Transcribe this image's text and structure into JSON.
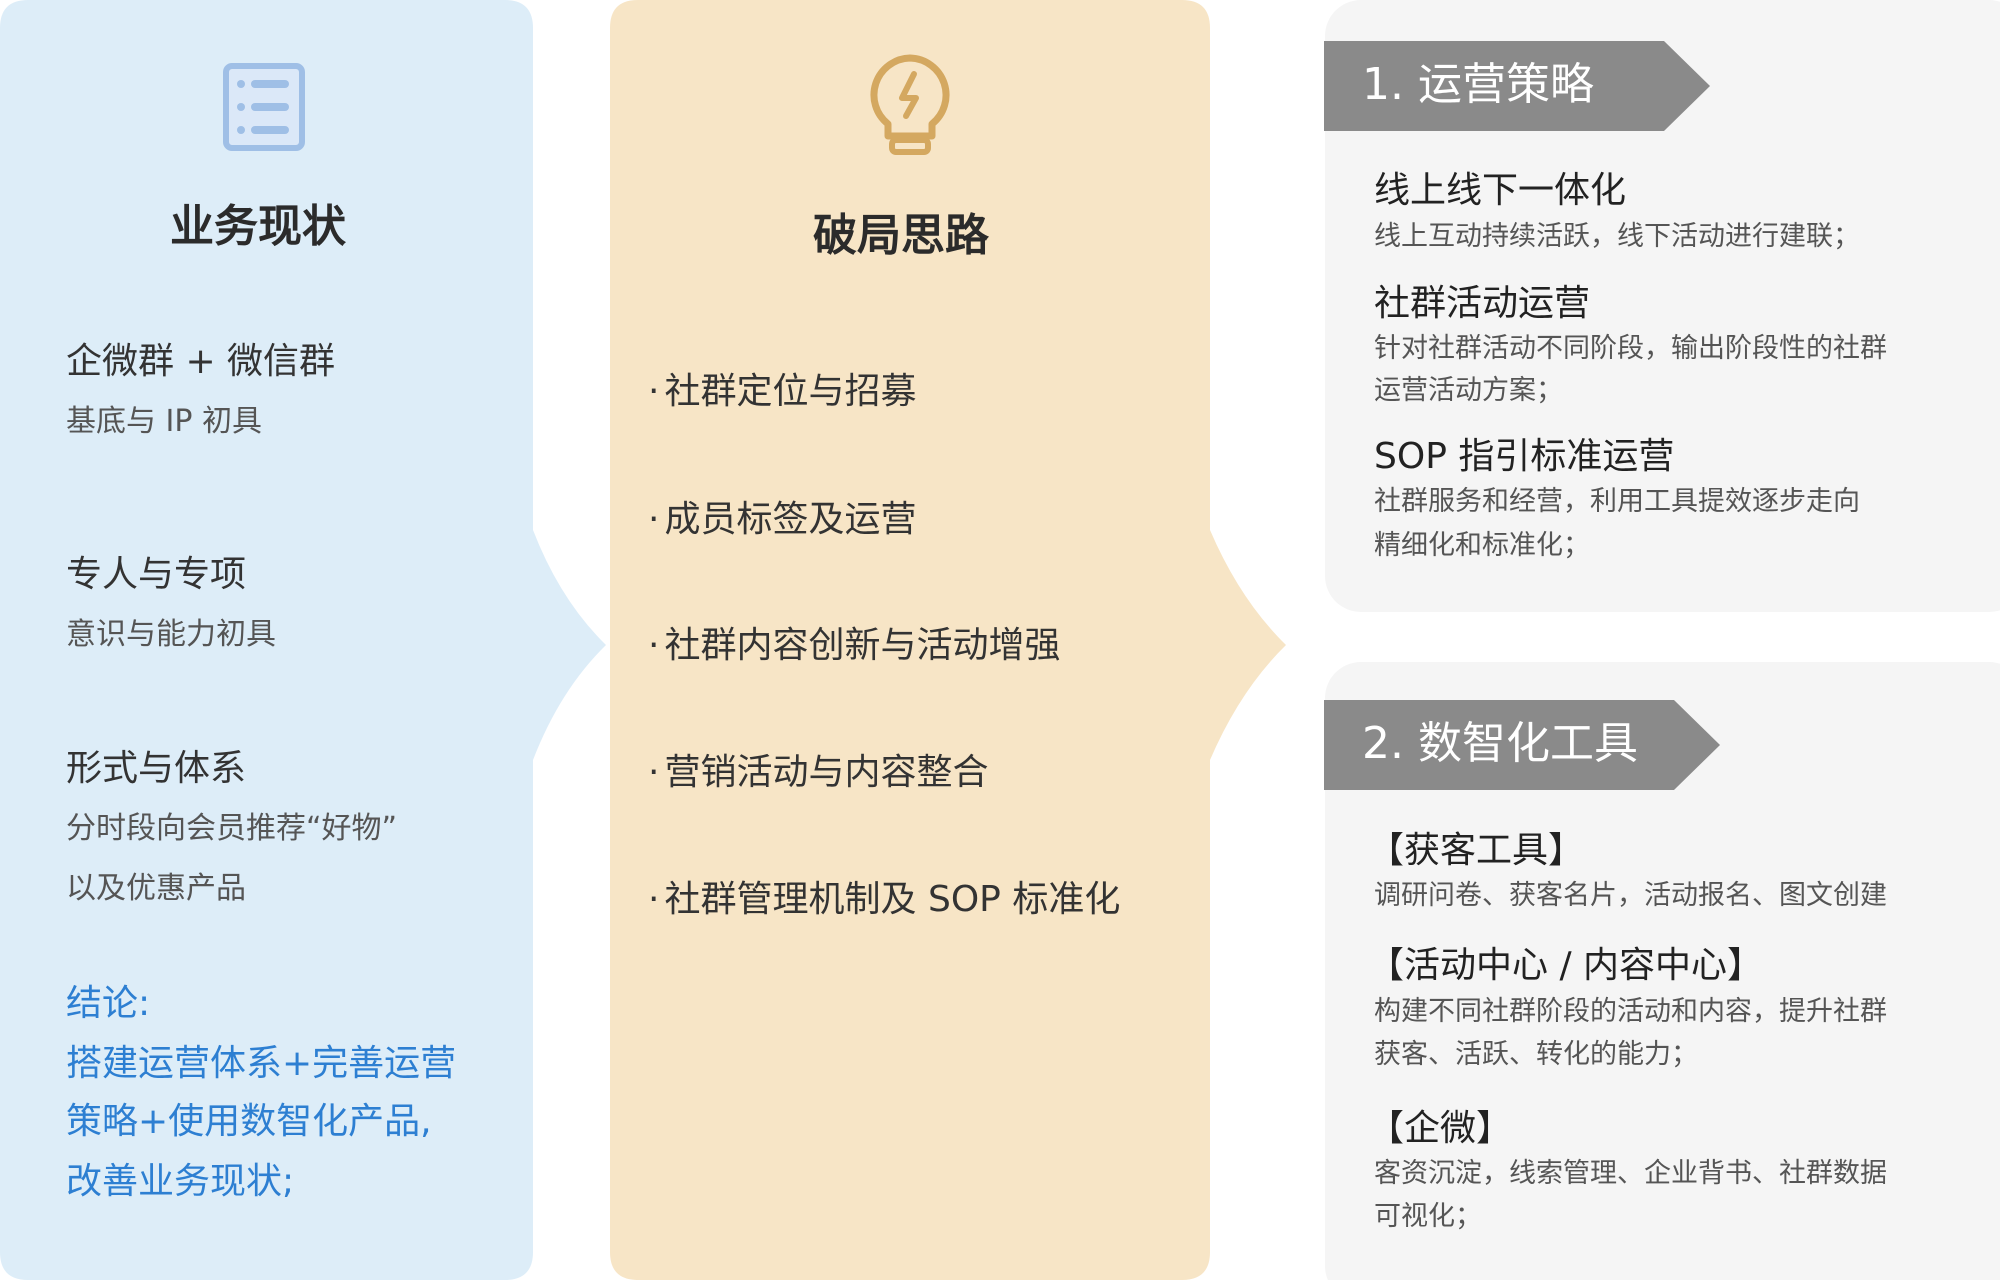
{
  "colors": {
    "left_bg": "#ddedf8",
    "mid_bg": "#f7e5c6",
    "right_bg": "#f5f5f5",
    "banner": "#8a8a8a",
    "conclusion": "#2d7fd2",
    "icon_blue": "#9fbfe6",
    "icon_gold": "#d4a860"
  },
  "left": {
    "icon": "list-icon",
    "title": "业务现状",
    "items": [
      {
        "heading": "企微群 + 微信群",
        "lines": [
          "基底与 IP 初具"
        ]
      },
      {
        "heading": "专人与专项",
        "lines": [
          "意识与能力初具"
        ]
      },
      {
        "heading": "形式与体系",
        "lines": [
          "分时段向会员推荐“好物”",
          "以及优惠产品"
        ]
      }
    ],
    "conclusion": [
      "结论:",
      "搭建运营体系+完善运营",
      "策略+使用数智化产品,",
      "改善业务现状;"
    ]
  },
  "middle": {
    "icon": "lightbulb-icon",
    "title": "破局思路",
    "bullet": "·",
    "items": [
      "社群定位与招募",
      "成员标签及运营",
      "社群内容创新与活动增强",
      "营销活动与内容整合",
      "社群管理机制及 SOP 标准化"
    ]
  },
  "right": [
    {
      "banner": "1. 运营策略",
      "items": [
        {
          "heading": "线上线下一体化",
          "lines": [
            "线上互动持续活跃，线下活动进行建联；"
          ]
        },
        {
          "heading": "社群活动运营",
          "lines": [
            "针对社群活动不同阶段，输出阶段性的社群",
            "运营活动方案；"
          ]
        },
        {
          "heading": "SOP 指引标准运营",
          "lines": [
            "社群服务和经营，利用工具提效逐步走向",
            "精细化和标准化；"
          ]
        }
      ]
    },
    {
      "banner": "2. 数智化工具",
      "items": [
        {
          "heading": "【获客工具】",
          "lines": [
            "调研问卷、获客名片，活动报名、图文创建"
          ]
        },
        {
          "heading": "【活动中心 / 内容中心】",
          "lines": [
            "构建不同社群阶段的活动和内容，提升社群",
            "获客、活跃、转化的能力；"
          ]
        },
        {
          "heading": "【企微】",
          "lines": [
            "客资沉淀，线索管理、企业背书、社群数据",
            "可视化；"
          ]
        }
      ]
    }
  ]
}
